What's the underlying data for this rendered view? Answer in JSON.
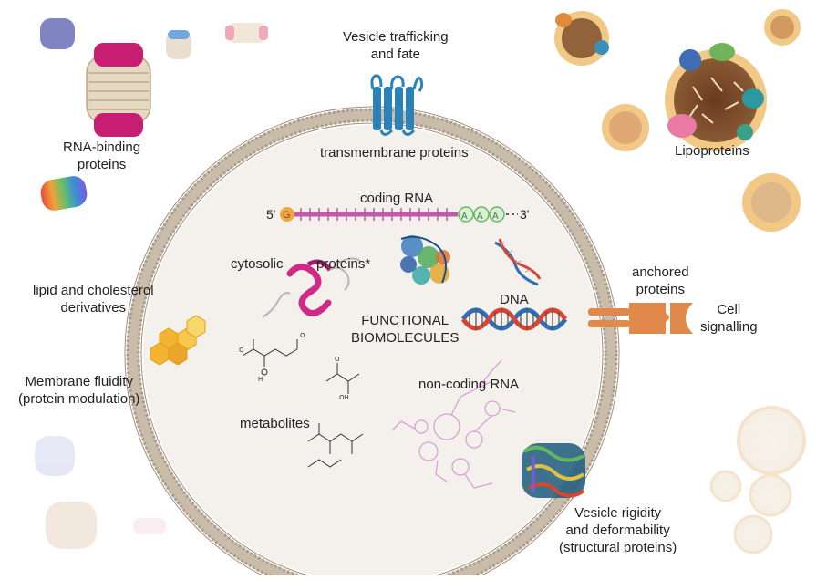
{
  "labels": {
    "vesicle_trafficking": [
      "Vesicle trafficking",
      "and fate"
    ],
    "transmembrane": "transmembrane proteins",
    "rna_binding": [
      "RNA-binding",
      "proteins"
    ],
    "lipoproteins": "Lipoproteins",
    "coding_rna": "coding RNA",
    "five_prime": "5'",
    "three_prime": "3'",
    "cap": "G",
    "polyA": [
      "A",
      "A",
      "A"
    ],
    "cytosolic": "cytosolic",
    "proteins_star": "proteins*",
    "lipid_chol": [
      "lipid and cholesterol",
      "derivatives"
    ],
    "anchored": [
      "anchored",
      "proteins"
    ],
    "cell_signalling": [
      "Cell",
      "signalling"
    ],
    "dna": "DNA",
    "functional": [
      "FUNCTIONAL",
      "BIOMOLECULES"
    ],
    "membrane_fluidity": [
      "Membrane  fluidity",
      "(protein modulation)"
    ],
    "non_coding": "non-coding RNA",
    "metabolites": "metabolites",
    "vesicle_rigidity": [
      "Vesicle rigidity",
      "and deformability",
      "(structural proteins)"
    ]
  },
  "colors": {
    "membrane": "#a69682",
    "lumen": "#f4f1ec",
    "transmembrane": "#2a82b8",
    "anchored": "#e0894a",
    "hexagon": "#f2b431",
    "rna_strand": "#c05aa8",
    "dna_blue": "#2a6fb8",
    "dna_red": "#d9452f",
    "cytosolic_protein": "#d02a86",
    "noncoding": "#d6a3d6"
  }
}
